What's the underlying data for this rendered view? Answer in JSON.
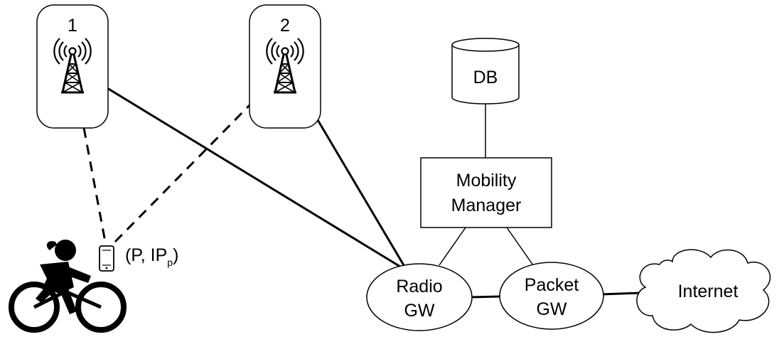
{
  "towers": [
    {
      "id": "1",
      "label": "1"
    },
    {
      "id": "2",
      "label": "2"
    }
  ],
  "nodes": {
    "db": {
      "label": "DB"
    },
    "mobility_manager": {
      "line1": "Mobility",
      "line2": "Manager"
    },
    "radio_gw": {
      "line1": "Radio",
      "line2": "GW"
    },
    "packet_gw": {
      "line1": "Packet",
      "line2": "GW"
    },
    "internet": {
      "label": "Internet"
    }
  },
  "device": {
    "label_prefix": "(P, IP",
    "label_subscript": "p",
    "label_suffix": ")"
  },
  "links": [
    {
      "from": "tower-1",
      "to": "device",
      "style": "dashed"
    },
    {
      "from": "tower-2",
      "to": "device",
      "style": "dashed"
    },
    {
      "from": "tower-1",
      "to": "radio-gw",
      "style": "solid"
    },
    {
      "from": "tower-2",
      "to": "radio-gw",
      "style": "solid"
    },
    {
      "from": "db",
      "to": "mobility-manager",
      "style": "solid"
    },
    {
      "from": "mobility-manager",
      "to": "radio-gw",
      "style": "solid"
    },
    {
      "from": "mobility-manager",
      "to": "packet-gw",
      "style": "solid"
    },
    {
      "from": "radio-gw",
      "to": "packet-gw",
      "style": "solid"
    },
    {
      "from": "packet-gw",
      "to": "internet",
      "style": "solid"
    }
  ],
  "icons": {
    "tower": "cell-tower-icon",
    "phone": "mobile-phone-icon",
    "cyclist": "cyclist-icon"
  }
}
